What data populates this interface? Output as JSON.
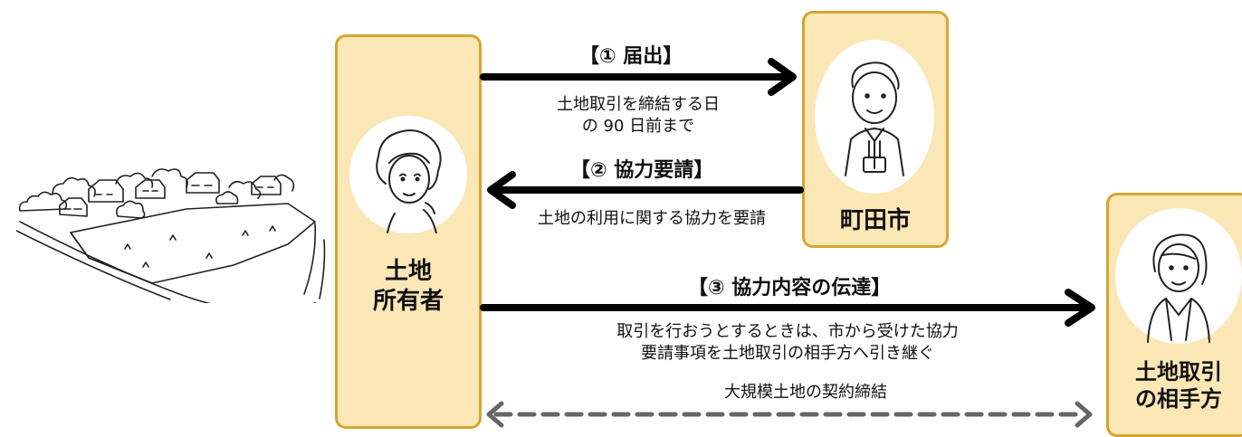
{
  "owner": {
    "label_line1": "土地",
    "label_line2": "所有者",
    "portrait_icon": "elderly-woman-icon"
  },
  "city": {
    "label": "町田市",
    "portrait_icon": "city-staff-man-icon"
  },
  "counterparty": {
    "label_line1": "土地取引",
    "label_line2": "の相手方",
    "portrait_icon": "businesswoman-icon"
  },
  "landscape_icon": "town-and-land-icon",
  "steps": [
    {
      "title": "【① 届出】",
      "note_line1": "土地取引を締結する日",
      "note_line2": "の 90 日前まで"
    },
    {
      "title": "【② 協力要請】",
      "note_line1": "土地の利用に関する協力を要請"
    },
    {
      "title": "【③ 協力内容の伝達】",
      "note_line1": "取引を行おうとするときは、市から受けた協力",
      "note_line2": "要請事項を土地取引の相手方へ引き継ぐ"
    }
  ],
  "contract": {
    "label": "大規模土地の契約締結"
  },
  "colors": {
    "box_fill": "#fbe7b6",
    "box_border": "#d6a530",
    "arrow": "#000000",
    "dashed_arrow": "#666666"
  }
}
